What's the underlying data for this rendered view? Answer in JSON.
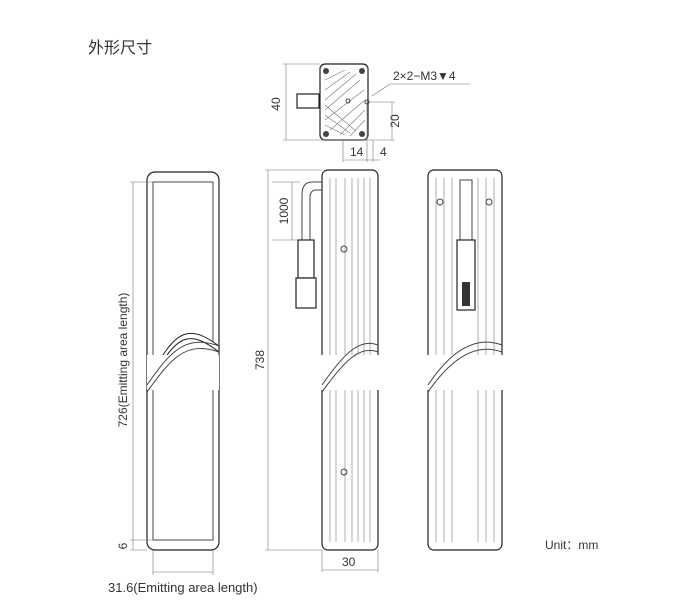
{
  "title": "外形尺寸",
  "dimensions": {
    "top_height": "40",
    "screw_spec": "2×2−M3▼4",
    "hole_offset_v": "20",
    "hole_offset_h1": "14",
    "hole_offset_h2": "4",
    "cable_length": "1000",
    "emitting_length": "726(Emitting area length)",
    "total_length": "738",
    "end_margin": "6",
    "emitting_width": "31.6(Emitting area length)",
    "body_width": "30"
  },
  "unit_label": "Unit：mm"
}
